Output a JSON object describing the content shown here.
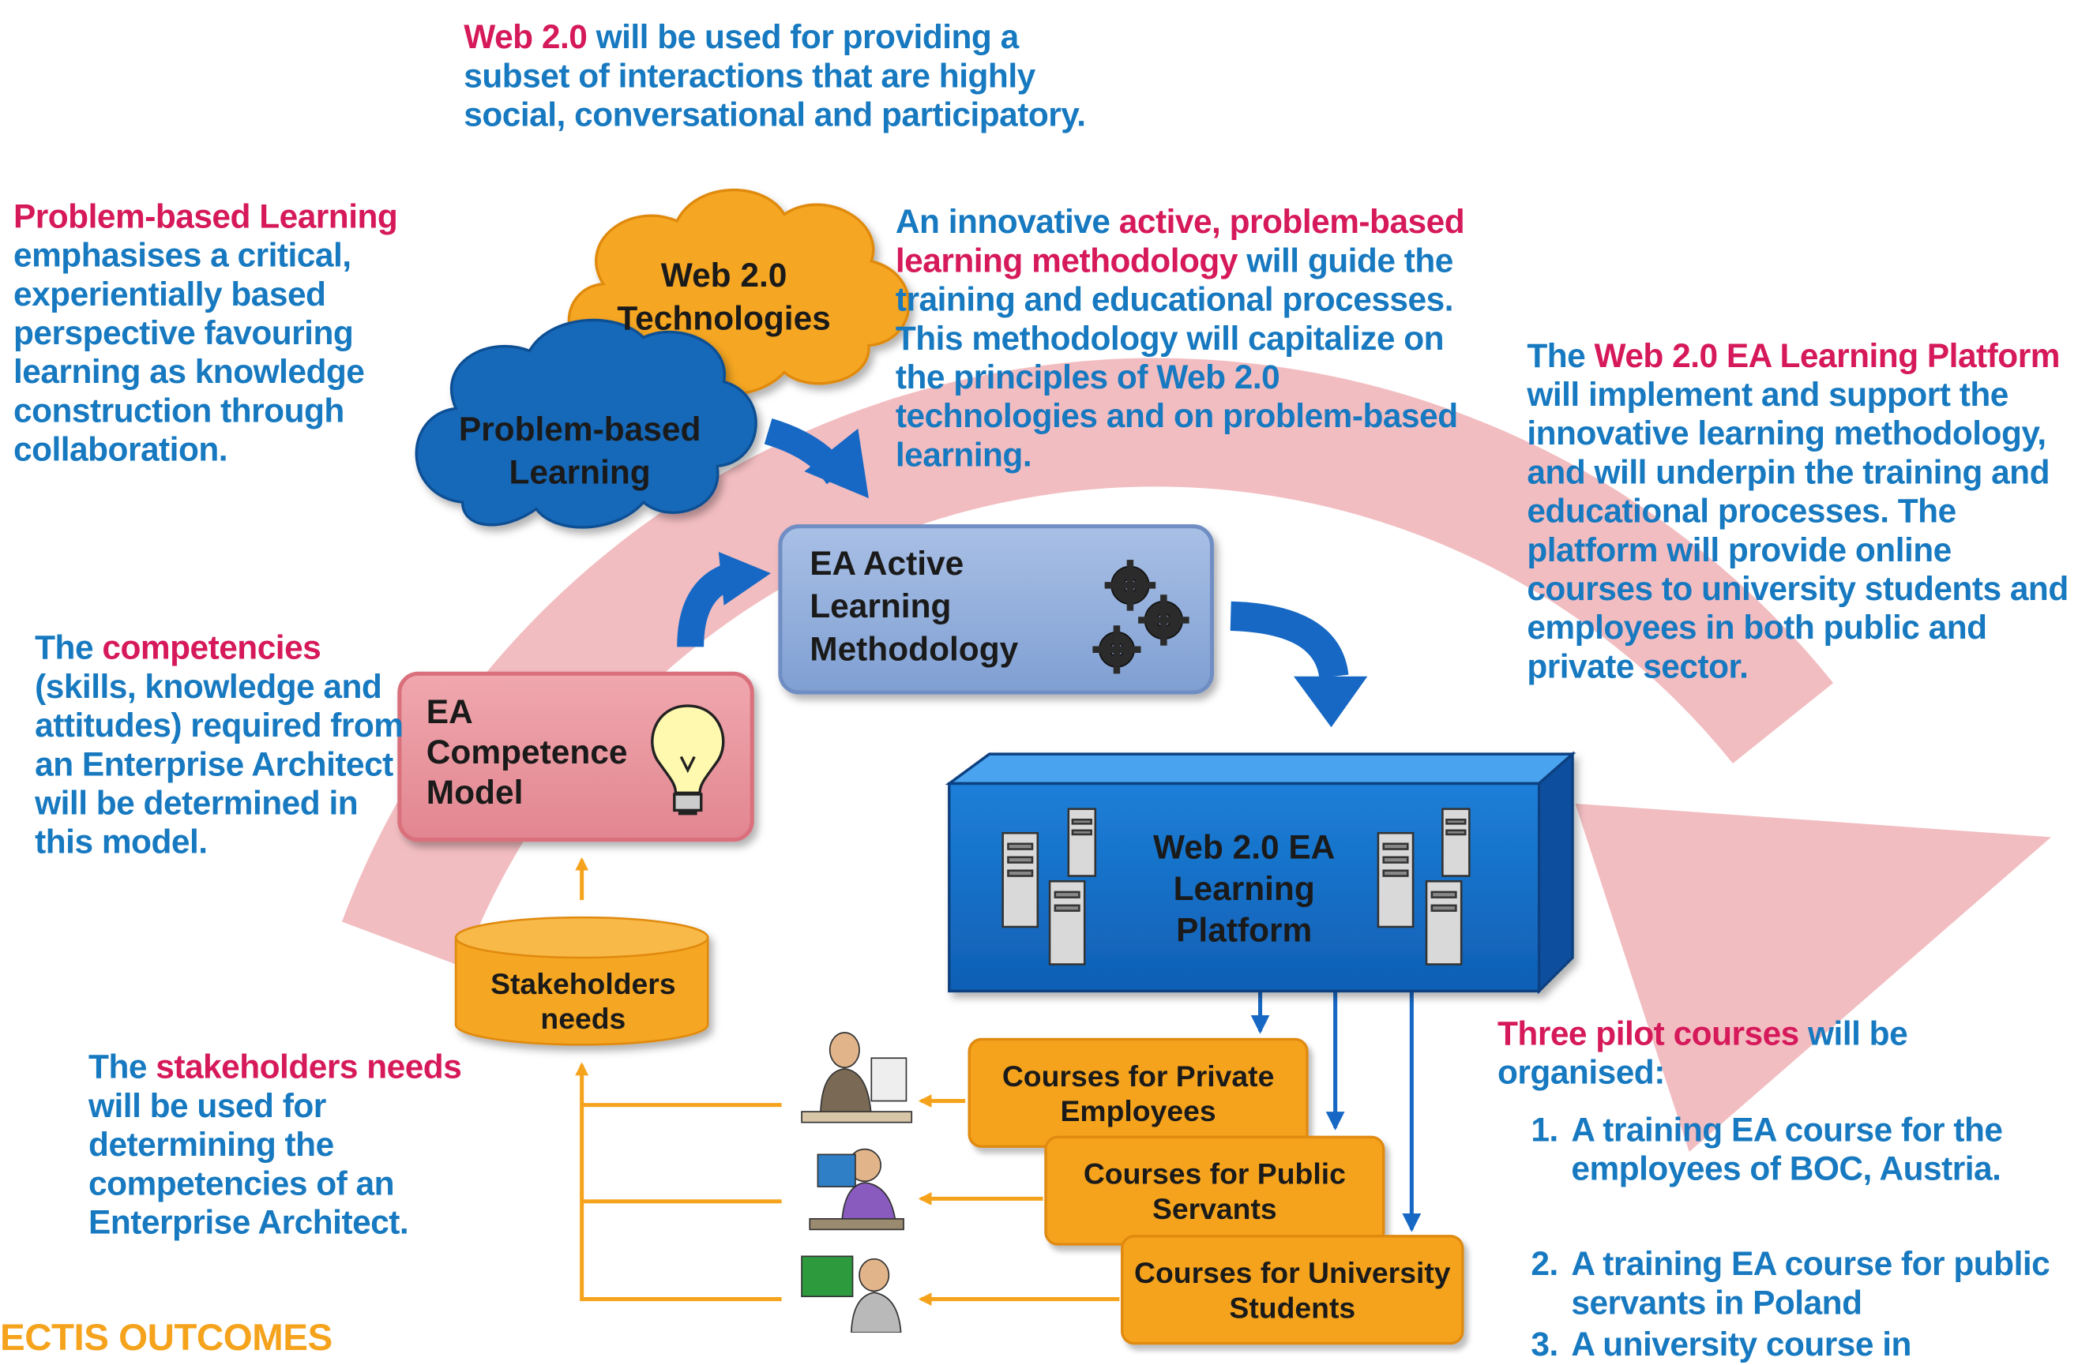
{
  "texts": {
    "web20_note": {
      "hl": "Web 2.0",
      "rest": " will be used for providing a subset of interactions that are highly social, conversational and participatory."
    },
    "pbl_note": {
      "hl": "Problem-based Learning",
      "rest": " emphasises a critical, experientially based perspective favouring learning as knowledge construction through collaboration."
    },
    "method_note": {
      "pre": "An innovative ",
      "hl": "active, problem-based learning methodology",
      "rest": " will guide the training and educational processes. This methodology will capitalize on the principles of Web 2.0 technologies and on problem-based learning."
    },
    "platform_note": {
      "pre": "The ",
      "hl": "Web 2.0 EA Learning Platform",
      "rest": " will implement and support the innovative learning methodology, and will underpin the training and educational processes. The platform will provide online courses to university students and employees in both public and private sector."
    },
    "competencies_note": {
      "pre": "The ",
      "hl": "competencies",
      "rest": " (skills, knowledge and attitudes) required from an Enterprise Architect will be determined in this model."
    },
    "stakeholders_note": {
      "pre": "The ",
      "hl": "stakeholders needs",
      "rest": " will be used for determining the competencies of an Enterprise Architect."
    },
    "pilot_note": {
      "hl": "Three pilot courses",
      "rest": " will be organised:",
      "items": [
        {
          "num": "1.",
          "text": "A training EA course for the employees of BOC, Austria."
        },
        {
          "num": "2.",
          "text": "A training EA course for public servants in Poland"
        },
        {
          "num": "3.",
          "text": "A university course in"
        }
      ]
    },
    "bottom_heading": "ECTIS OUTCOMES"
  },
  "nodes": {
    "web20_cloud": "Web 2.0 Technologies",
    "pbl_cloud": "Problem-based Learning",
    "methodology_box": "EA Active Learning Methodology",
    "competence_box": "EA Competence Model",
    "stakeholders_db": "Stakeholders needs",
    "platform_box": "Web 2.0 EA Learning Platform",
    "course_private": "Courses for Private Employees",
    "course_public": "Courses for Public Servants",
    "course_university": "Courses for University Students"
  },
  "colors": {
    "blue_text": "#1779c0",
    "highlight": "#d6195a",
    "big_arrow": "#f2bdc1",
    "orange": "#f5a31c",
    "dark_blue": "#1068c4",
    "cloud_orange": "#f5a623",
    "cloud_blue": "#1768b8",
    "methodology_fill": "#92aedb",
    "competence_fill": "#e8959e"
  },
  "icons": [
    "gears-icon",
    "lightbulb-icon",
    "server-icon",
    "person-at-desk-icon",
    "presenter-icon"
  ]
}
